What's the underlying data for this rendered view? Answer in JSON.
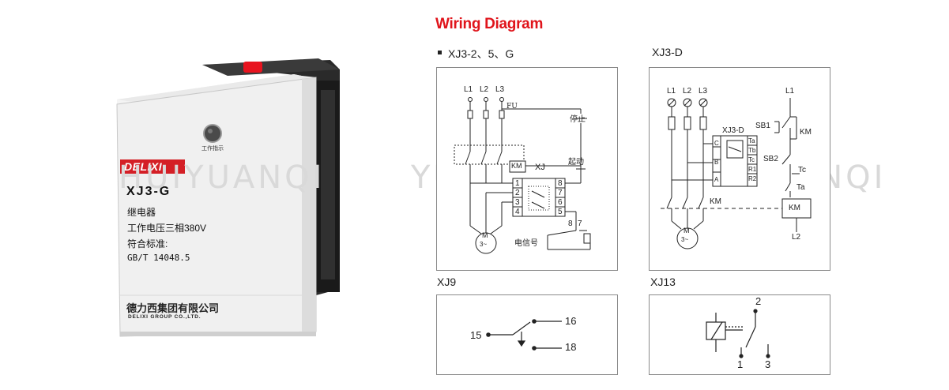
{
  "heading": "Wiring Diagram",
  "diagrams": {
    "xj3_25g": {
      "label": "XJ3-2、5、G",
      "phases": [
        "L1",
        "L2",
        "L3"
      ],
      "fuse": "FU",
      "stop": "停止",
      "start": "起动",
      "km": "KM",
      "xj": "XJ",
      "left_pins": [
        "1",
        "2",
        "3",
        "4"
      ],
      "right_pins": [
        "8",
        "7",
        "6",
        "5"
      ],
      "motor": "M",
      "motor_sub": "3~",
      "signal": "电信号",
      "signal_pins": [
        "8",
        "7"
      ]
    },
    "xj3_d": {
      "label": "XJ3-D",
      "phases": [
        "L1",
        "L2",
        "L3"
      ],
      "relay": "XJ3-D",
      "inputs": [
        "C",
        "B",
        "A"
      ],
      "terminals": [
        "Ta",
        "Tb",
        "Tc",
        "R1",
        "R2"
      ],
      "km": "KM",
      "km_coil": "KM",
      "sb1": "SB1",
      "sb2": "SB2",
      "tc": "Tc",
      "ta": "Ta",
      "l1": "L1",
      "l2": "L2",
      "motor": "M",
      "motor_sub": "3~"
    },
    "xj9": {
      "label": "XJ9",
      "pins": [
        "15",
        "16",
        "18"
      ]
    },
    "xj13": {
      "label": "XJ13",
      "pins": [
        "2",
        "1",
        "3"
      ]
    }
  },
  "product": {
    "indicator": "工作指示",
    "brand": "DELIXI",
    "model": "XJ3-G",
    "name": "继电器",
    "voltage": "工作电压三相380V",
    "standard_label": "符合标准:",
    "standard": "GB/T 14048.5",
    "company_cn": "德力西集团有限公司",
    "company_en": "DELIXI GROUP CO.,LTD."
  },
  "watermark": [
    "HUIYUANQI",
    "YUANQI",
    "HUIYUANQI"
  ],
  "colors": {
    "heading": "#e0141b",
    "button": "#e8141f",
    "brand_bg": "#d41f26"
  }
}
